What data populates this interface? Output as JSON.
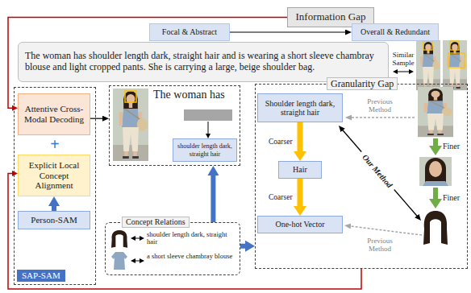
{
  "diagram": {
    "nodes": [
      {
        "text": [
          "Information Gap"
        ]
      },
      {
        "text": [
          "Focal & Abstract"
        ]
      },
      {
        "text": [
          "Overall & Redundant"
        ]
      },
      {
        "text": [
          "The woman has shoulder length dark, straight hair and is wearing a short sleeve chambray blouse and light cropped pants. She is carrying a large, beige shoulder bag."
        ]
      },
      {
        "text": [
          "SAP-SAM"
        ]
      },
      {
        "text": [
          "Attentive Cross-Modal Decoding"
        ],
        "in": 4
      },
      {
        "text": [
          "Explicit Local Concept Alignment"
        ],
        "in": 4
      },
      {
        "text": [
          "Person-SAM"
        ],
        "in": 4
      },
      {
        "text": [
          "The woman has"
        ]
      },
      {
        "text": [
          "shoulder length dark, straight hair"
        ],
        "in": 8
      },
      {
        "text": [
          "Concept Relations"
        ]
      },
      {
        "text": [
          "Granularity Gap"
        ]
      },
      {
        "text": [
          "Shoulder length dark, straight hair"
        ],
        "in": 11
      },
      {
        "text": [
          "Hair"
        ],
        "in": 11
      },
      {
        "text": [
          "One-hot Vector"
        ],
        "in": 11
      }
    ],
    "edges": [
      {
        "from": 1,
        "to": 2,
        "arrow": "to"
      },
      {
        "from": 12,
        "to": 13,
        "label": "Coarser",
        "arrow": "to"
      },
      {
        "from": 13,
        "to": 14,
        "label": "Coarser",
        "arrow": "to"
      },
      {
        "from": 7,
        "to": 6,
        "arrow": "to"
      },
      {
        "from": 0,
        "to": 5,
        "arrow": "to"
      },
      {
        "from": 11,
        "to": 6,
        "arrow": "to"
      },
      {
        "from": 10,
        "to": 8,
        "arrow": "to"
      },
      {
        "from": 10,
        "to": 11,
        "arrow": "to"
      },
      {
        "from": 5,
        "to": 8,
        "arrow": "to"
      }
    ],
    "labels": [
      "Similar Sample",
      "+",
      "shoulder length dark, straight hair",
      "a short sleeve chambray blouse",
      "Previous Method",
      "Previous Method",
      "Our Method",
      "Finer",
      "Finer"
    ]
  }
}
